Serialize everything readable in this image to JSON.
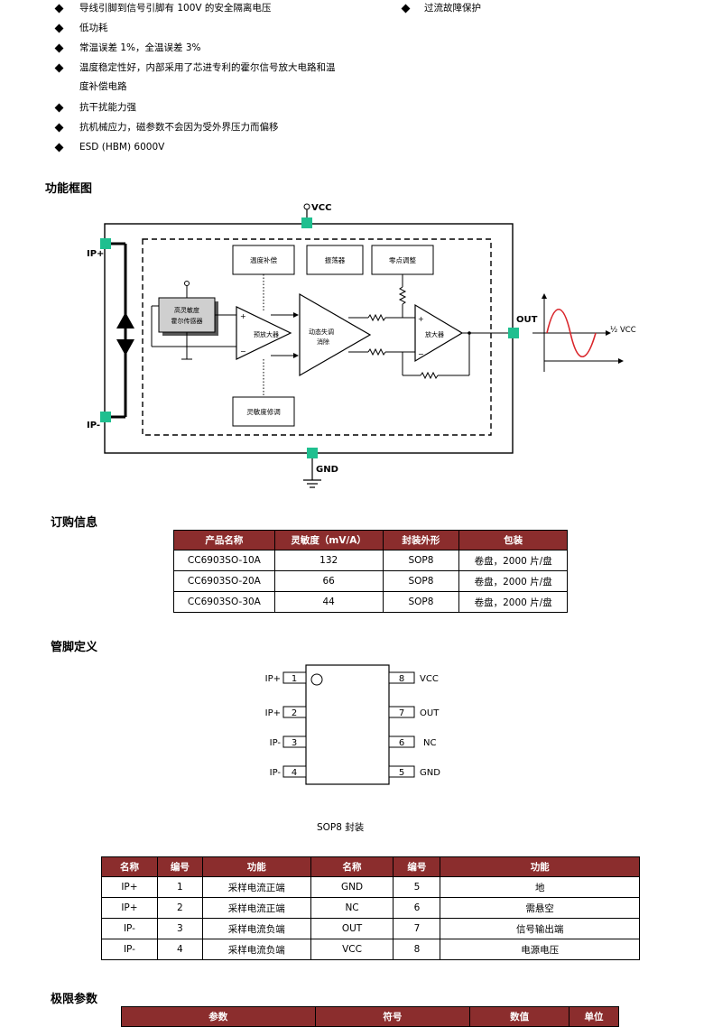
{
  "features_left": [
    "导线引脚到信号引脚有 100V 的安全隔离电压",
    "低功耗",
    "常温误差 1%，全温误差 3%",
    "温度稳定性好，内部采用了芯进专利的霍尔信号放大电路和温",
    "度补偿电路",
    "抗干扰能力强",
    "抗机械应力，磁参数不会因为受外界压力而偏移",
    "ESD (HBM) 6000V"
  ],
  "features_right": [
    "过流故障保护"
  ],
  "block_diagram": {
    "title": "功能框图",
    "vcc": "VCC",
    "gnd": "GND",
    "out": "OUT",
    "ip_plus": "IP+",
    "ip_minus": "IP-",
    "temp_comp": "温度补偿",
    "oscillator": "振荡器",
    "zero_adjust": "零点调整",
    "sensor_line1": "高灵敏度",
    "sensor_line2": "霍尔传感器",
    "preamp": "预放大器",
    "dyn_line1": "动态失调",
    "dyn_line2": "消除",
    "amp": "放大器",
    "sens_adjust": "灵敏度修调",
    "half_vcc": "½ VCC"
  },
  "ordering": {
    "title": "订购信息",
    "headers": [
      "产品名称",
      "灵敏度（mV/A）",
      "封装外形",
      "包装"
    ],
    "rows": [
      [
        "CC6903SO-10A",
        "132",
        "SOP8",
        "卷盘，2000 片/盘"
      ],
      [
        "CC6903SO-20A",
        "66",
        "SOP8",
        "卷盘，2000 片/盘"
      ],
      [
        "CC6903SO-30A",
        "44",
        "SOP8",
        "卷盘，2000 片/盘"
      ]
    ]
  },
  "pinout": {
    "title": "管脚定义",
    "left_pins": [
      {
        "name": "IP+",
        "num": "1"
      },
      {
        "name": "IP+",
        "num": "2"
      },
      {
        "name": "IP-",
        "num": "3"
      },
      {
        "name": "IP-",
        "num": "4"
      }
    ],
    "right_pins": [
      {
        "num": "8",
        "name": "VCC"
      },
      {
        "num": "7",
        "name": "OUT"
      },
      {
        "num": "6",
        "name": "NC"
      },
      {
        "num": "5",
        "name": "GND"
      }
    ],
    "caption": "SOP8 封装"
  },
  "pin_table": {
    "headers": [
      "名称",
      "编号",
      "功能",
      "名称",
      "编号",
      "功能"
    ],
    "rows": [
      [
        "IP+",
        "1",
        "采样电流正端",
        "GND",
        "5",
        "地"
      ],
      [
        "IP+",
        "2",
        "采样电流正端",
        "NC",
        "6",
        "需悬空"
      ],
      [
        "IP-",
        "3",
        "采样电流负端",
        "OUT",
        "7",
        "信号输出端"
      ],
      [
        "IP-",
        "4",
        "采样电流负端",
        "VCC",
        "8",
        "电源电压"
      ]
    ]
  },
  "limits": {
    "title": "极限参数",
    "headers": [
      "参数",
      "符号",
      "数值",
      "单位"
    ]
  },
  "colors": {
    "header_bg": "#8b2d2d",
    "pin_green": "#1fbf8f",
    "sine_red": "#d9252a"
  }
}
